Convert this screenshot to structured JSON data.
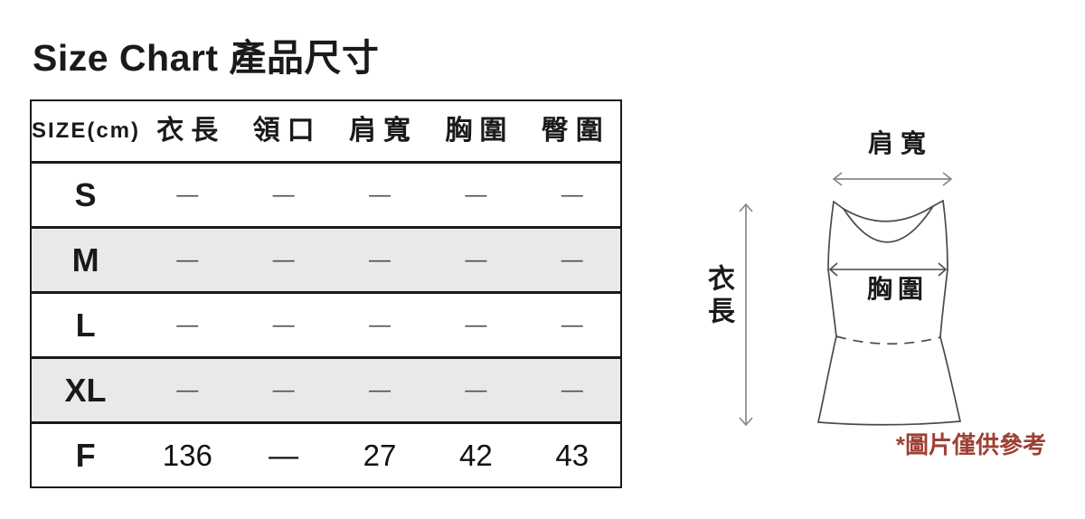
{
  "title": "Size Chart 產品尺寸",
  "size_table": {
    "headers": [
      "SIZE(cm)",
      "衣長",
      "領口",
      "肩寬",
      "胸圍",
      "臀圍"
    ],
    "rows": [
      {
        "label": "S",
        "values": [
          "—",
          "—",
          "—",
          "—",
          "—"
        ]
      },
      {
        "label": "M",
        "values": [
          "—",
          "—",
          "—",
          "—",
          "—"
        ]
      },
      {
        "label": "L",
        "values": [
          "—",
          "—",
          "—",
          "—",
          "—"
        ]
      },
      {
        "label": "XL",
        "values": [
          "—",
          "—",
          "—",
          "—",
          "—"
        ]
      },
      {
        "label": "F",
        "values": [
          "136",
          "—",
          "27",
          "42",
          "43"
        ]
      }
    ]
  },
  "diagram": {
    "shoulder_width_label": "肩寬",
    "garment_length_label": "衣長",
    "chest_label": "胸圍",
    "reference_note": "*圖片僅供參考"
  },
  "colors": {
    "note_red": "#9e4034",
    "row_stripe_gray": "#e9e9e9",
    "table_border": "#1a1a1a",
    "placeholder_dash_gray": "#4d4d4d",
    "arrow_gray": "#888888",
    "garment_outline": "#4a4a4a"
  }
}
